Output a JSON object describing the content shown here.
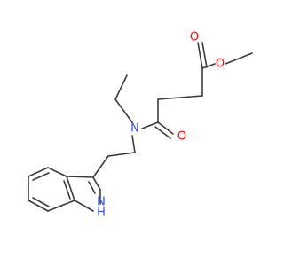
{
  "molecule": {
    "atoms": {
      "o_carbonyl_ester": {
        "label": "O",
        "color": "#ff0d0d"
      },
      "o_ester": {
        "label": "O",
        "color": "#ff0d0d"
      },
      "n_amide": {
        "label": "N",
        "color": "#3050f8"
      },
      "o_amide": {
        "label": "O",
        "color": "#ff0d0d"
      },
      "n_indole": {
        "label": "N",
        "color": "#3050f8"
      },
      "h_indole": {
        "label": "H",
        "color": "#3050f8"
      }
    },
    "bond_color": "#3a3a3a"
  }
}
